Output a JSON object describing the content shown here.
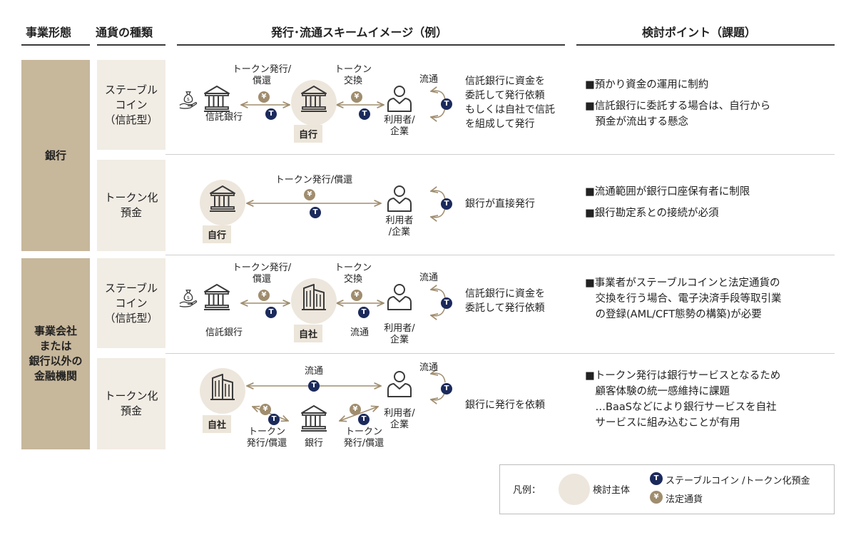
{
  "headers": {
    "business_type": "事業形態",
    "currency_type": "通貨の種類",
    "scheme": "発行･流通スキームイメージ（例）",
    "points": "検討ポイント（課題）"
  },
  "rows": {
    "bank": "銀行",
    "company": [
      "事業会社",
      "または",
      "銀行以外の",
      "金融機関"
    ],
    "stable_coin": [
      "ステーブル",
      "コイン",
      "（信託型）"
    ],
    "token_deposit": [
      "トークン化",
      "預金"
    ]
  },
  "labels": {
    "trust_bank": "信託銀行",
    "own_bank": "自行",
    "own_company": "自社",
    "bank": "銀行",
    "user_split": [
      "利用者/",
      "企業"
    ],
    "user_split2": [
      "利用者",
      "/企業"
    ],
    "issue_redeem_split": [
      "トークン発行/",
      "償還"
    ],
    "issue_redeem_split2": [
      "トークン",
      "発行/償還"
    ],
    "exchange": [
      "トークン",
      "交換"
    ],
    "issue_redeem_line": "トークン発行/償還",
    "circulation": "流通",
    "yen": "¥",
    "t": "T"
  },
  "descriptions": {
    "r1": [
      "信託銀行に資金を",
      "委託して発行依頼",
      "もしくは自社で信託",
      "を組成して発行"
    ],
    "r2": "銀行が直接発行",
    "r3": [
      "信託銀行に資金を",
      "委託して発行依頼"
    ],
    "r4": "銀行に発行を依頼"
  },
  "points": {
    "r1": [
      "■預かり資金の運用に制約",
      "■信託銀行に委託する場合は、自行から",
      "　預金が流出する懸念"
    ],
    "r2": [
      "■流通範囲が銀行口座保有者に制限",
      "■銀行勘定系との接続が必須"
    ],
    "r3": [
      "■事業者がステーブルコインと法定通貨の",
      "　交換を行う場合、電子決済手段等取引業",
      "　の登録(AML/CFT態勢の構築)が必要"
    ],
    "r4": [
      "■トークン発行は銀行サービスとなるため",
      "　顧客体験の統一感維持に課題",
      "　…BaaSなどにより銀行サービスを自社",
      "　サービスに組み込むことが有用"
    ]
  },
  "legend": {
    "title": "凡例：",
    "entity": "検討主体",
    "token": "ステーブルコイン /トークン化預金",
    "fiat": "法定通貨"
  },
  "colors": {
    "navy": "#1b2a5c",
    "tan": "#c7b79b",
    "light_tan": "#f1ece4",
    "circle": "#ede6dc",
    "coin": "#a08d6e",
    "line": "#3a3a3a"
  }
}
